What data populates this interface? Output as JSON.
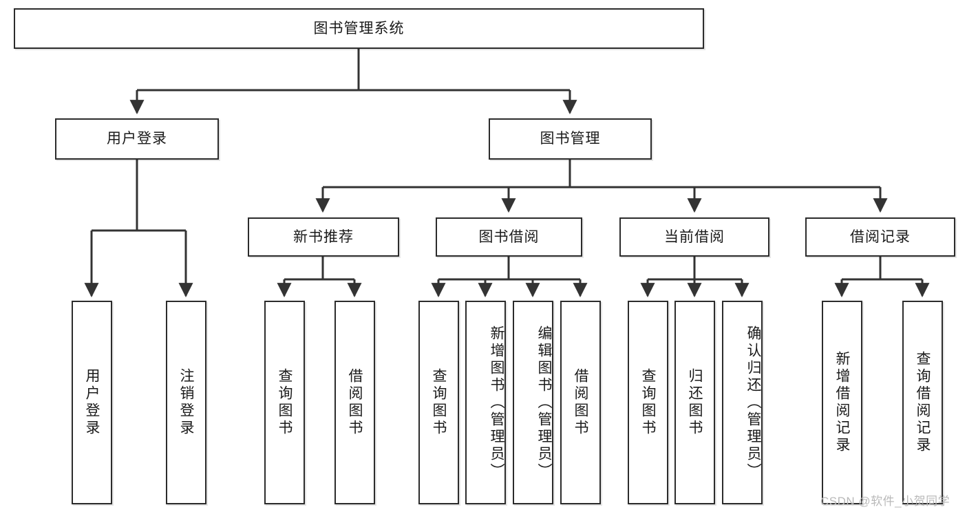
{
  "diagram": {
    "type": "tree",
    "title": "图书管理系统",
    "orientation": "top-down",
    "colors": {
      "box_border": "#2b2b2b",
      "box_fill": "#ffffff",
      "edge": "#333333",
      "watermark": "#b9b9b9"
    },
    "root": {
      "id": "root",
      "label": "图书管理系统"
    },
    "level2": [
      {
        "id": "user-login",
        "label": "用户登录"
      },
      {
        "id": "book-manage",
        "label": "图书管理"
      }
    ],
    "level3": [
      {
        "id": "new-book-rec",
        "label": "新书推荐",
        "parent": "book-manage"
      },
      {
        "id": "book-borrow",
        "label": "图书借阅",
        "parent": "book-manage"
      },
      {
        "id": "current-borrow",
        "label": "当前借阅",
        "parent": "book-manage"
      },
      {
        "id": "borrow-record",
        "label": "借阅记录",
        "parent": "book-manage"
      }
    ],
    "leaves": {
      "user-login": [
        {
          "id": "leaf-user-login",
          "label": "用户登录"
        },
        {
          "id": "leaf-user-logout",
          "label": "注销登录"
        }
      ],
      "new-book-rec": [
        {
          "id": "leaf-query-book-1",
          "label": "查询图书"
        },
        {
          "id": "leaf-borrow-book-1",
          "label": "借阅图书"
        }
      ],
      "book-borrow": [
        {
          "id": "leaf-query-book-2",
          "label": "查询图书"
        },
        {
          "id": "leaf-add-book",
          "label": "新增图书（管理员）"
        },
        {
          "id": "leaf-edit-book",
          "label": "编辑图书（管理员）"
        },
        {
          "id": "leaf-borrow-book-2",
          "label": "借阅图书"
        }
      ],
      "current-borrow": [
        {
          "id": "leaf-query-book-3",
          "label": "查询图书"
        },
        {
          "id": "leaf-return-book",
          "label": "归还图书"
        },
        {
          "id": "leaf-confirm-return",
          "label": "确认归还（管理员）"
        }
      ],
      "borrow-record": [
        {
          "id": "leaf-add-record",
          "label": "新增借阅记录"
        },
        {
          "id": "leaf-query-record",
          "label": "查询借阅记录"
        }
      ]
    },
    "watermark": "CSDN @软件_小贺同学"
  }
}
